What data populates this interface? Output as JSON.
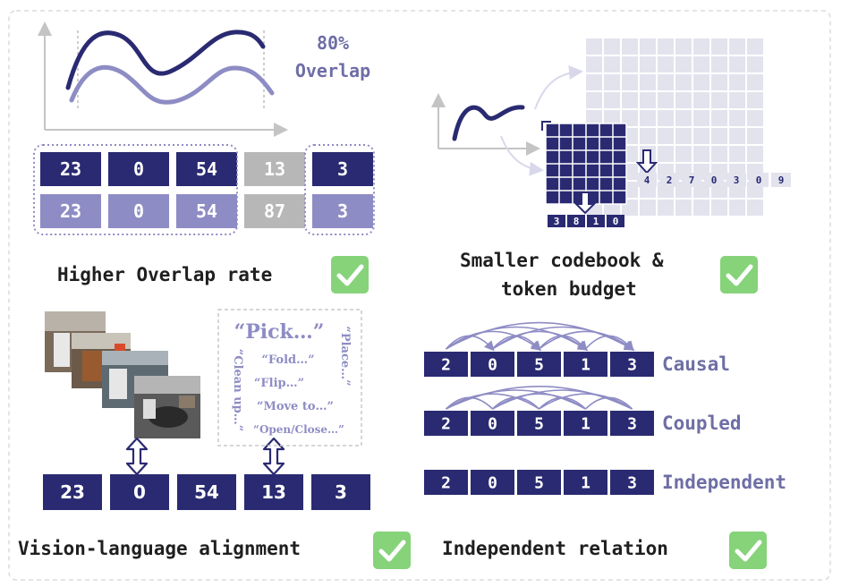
{
  "colors": {
    "navy": "#2a2a72",
    "lavender": "#8e8cc4",
    "gray": "#b7b7b7",
    "text": "#1f1f1f",
    "accent_text": "#6e6ea6",
    "check_green": "#86d37a"
  },
  "overlap": {
    "percent": "80%",
    "word": "Overlap",
    "row_top": [
      "23",
      "0",
      "54",
      "13",
      "3"
    ],
    "row_bottom": [
      "23",
      "0",
      "54",
      "87",
      "3"
    ],
    "caption": "Higher Overlap rate"
  },
  "codebook": {
    "flat_tokens": [
      "4",
      "2",
      "7",
      "0",
      "3",
      "0",
      "9"
    ],
    "small_tokens": [
      "3",
      "8",
      "1",
      "0"
    ],
    "caption_line1": "Smaller codebook &",
    "caption_line2": "token budget"
  },
  "vision_language": {
    "phrases": {
      "pick": "“Pick…”",
      "fold": "“Fold…”",
      "flip": "“Flip…”",
      "move": "“Move to…”",
      "open": "“Open/Close…”",
      "clean": "“Clean up…”",
      "place": "“Place…”"
    },
    "tokens": [
      "23",
      "0",
      "54",
      "13",
      "3"
    ],
    "caption": "Vision-language alignment"
  },
  "relations": {
    "causal_tokens": [
      "2",
      "0",
      "5",
      "1",
      "3"
    ],
    "coupled_tokens": [
      "2",
      "0",
      "5",
      "1",
      "3"
    ],
    "independent_tokens": [
      "2",
      "0",
      "5",
      "1",
      "3"
    ],
    "causal_label": "Causal",
    "coupled_label": "Coupled",
    "independent_label": "Independent",
    "caption": "Independent relation"
  },
  "icons": [
    "check-icon",
    "double-arrow-icon",
    "down-arrow-icon",
    "robot-photo"
  ]
}
